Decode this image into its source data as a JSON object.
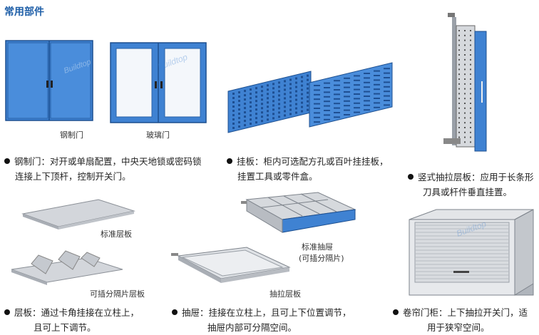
{
  "section_title": "常用部件",
  "captions": {
    "steel_door": "钢制门",
    "glass_door": "玻璃门",
    "std_shelf": "标准层板",
    "div_shelf": "可插分隔片层板",
    "std_drawer_1": "标准抽屉",
    "std_drawer_2": "(可插分隔片)",
    "pull_shelf": "抽拉层板"
  },
  "descriptions": {
    "doors": [
      "钢制门：对开或单扇配置，中央天地锁或密码锁",
      "连接上下顶杆，控制开关门。"
    ],
    "panels": [
      "挂板：柜内可选配方孔或百叶挂挂板，",
      "挂置工具或零件盒。"
    ],
    "vertical": [
      "竖式抽拉层板：应用于长条形",
      "刀具或杆件垂直挂置。"
    ],
    "shelves": [
      "层板：通过卡角挂接在立柱上，",
      "且可上下调节。"
    ],
    "drawers": [
      "抽屉：挂接在立柱上，且可上下位置调节，",
      "抽屉内部可分隔空间。"
    ],
    "roller": [
      "卷帘门柜：上下抽拉开关门，适",
      "用于狭窄空间。"
    ]
  },
  "watermark": "Buildtop",
  "colors": {
    "blue": "#3b7fd0",
    "blue_dark": "#1e5ba8",
    "gray": "#c8ccd2"
  }
}
